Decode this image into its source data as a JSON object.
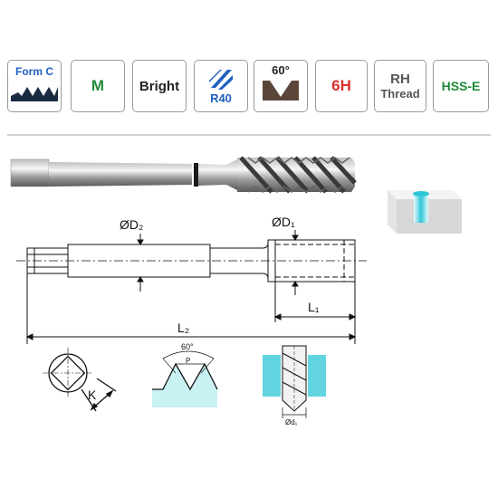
{
  "badges": {
    "form": {
      "label": "Form C"
    },
    "thread_type": {
      "label": "M"
    },
    "finish": {
      "label": "Bright"
    },
    "helix": {
      "label": "R40"
    },
    "angle": {
      "label": "60°"
    },
    "tolerance": {
      "label": "6H"
    },
    "direction": {
      "line1": "RH",
      "line2": "Thread"
    },
    "material": {
      "label": "HSS-E"
    }
  },
  "dimensions": {
    "d2": "ØD₂",
    "d1": "ØD₁",
    "l1": "L₁",
    "l2": "L₂",
    "k": "K",
    "angle": "60°",
    "pitch": "P",
    "d1_small": "Ød₁"
  },
  "colors": {
    "blue": "#1f5fbf",
    "green": "#1f8a3a",
    "red": "#d9302c",
    "dark": "#222222",
    "teal": "#2ec6d6",
    "border": "#9a9a9a"
  }
}
